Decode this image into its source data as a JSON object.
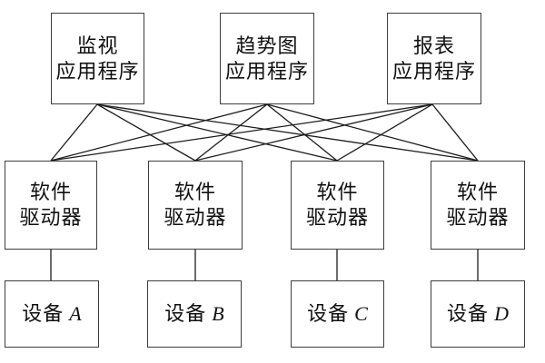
{
  "diagram": {
    "title": "",
    "apps": [
      {
        "line1": "监视",
        "line2": "应用程序"
      },
      {
        "line1": "趋势图",
        "line2": "应用程序"
      },
      {
        "line1": "报表",
        "line2": "应用程序"
      }
    ],
    "drivers": [
      {
        "line1": "软件",
        "line2": "驱动器"
      },
      {
        "line1": "软件",
        "line2": "驱动器"
      },
      {
        "line1": "软件",
        "line2": "驱动器"
      },
      {
        "line1": "软件",
        "line2": "驱动器"
      }
    ],
    "devices": [
      {
        "name": "设备",
        "letter": "A"
      },
      {
        "name": "设备",
        "letter": "B"
      },
      {
        "name": "设备",
        "letter": "C"
      },
      {
        "name": "设备",
        "letter": "D"
      }
    ],
    "colors": {
      "line": "#1c1c1c",
      "box_border": "#3d3d3d",
      "background": "#ffffff",
      "text": "#111111"
    }
  }
}
